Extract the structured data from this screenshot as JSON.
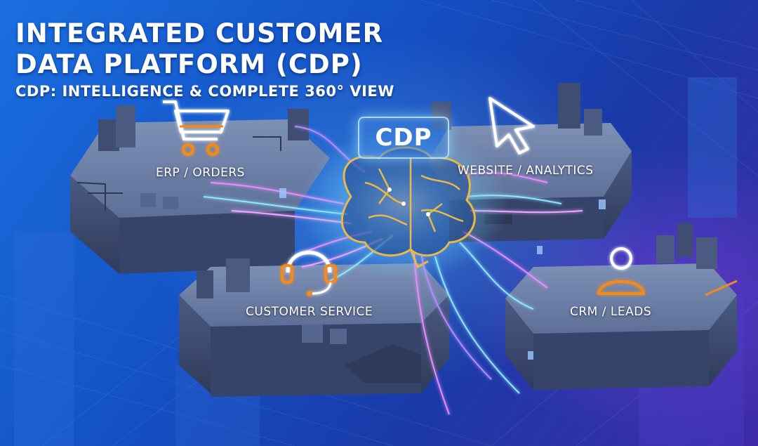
{
  "header": {
    "title_line_1": "INTEGRATED CUSTOMER",
    "title_line_2": "DATA PLATFORM (CDP)",
    "subtitle": "CDP: INTELLIGENCE & COMPLETE 360° VIEW"
  },
  "hub": {
    "label": "CDP",
    "icon": "brain-icon"
  },
  "nodes": [
    {
      "id": "erp",
      "label": "ERP / ORDERS",
      "icon": "shopping-cart-icon"
    },
    {
      "id": "website",
      "label": "WEBSITE / ANALYTICS",
      "icon": "mouse-cursor-icon"
    },
    {
      "id": "service",
      "label": "CUSTOMER SERVICE",
      "icon": "headset-icon"
    },
    {
      "id": "crm",
      "label": "CRM / LEADS",
      "icon": "user-icon"
    }
  ],
  "colors": {
    "background_top": "#1a6fe0",
    "background_bottom": "#3d2aa8",
    "platform_top": "#6b7fa6",
    "platform_side": "#3e4c6e",
    "icon_white": "#ffffff",
    "icon_orange": "#f08a24",
    "brain_gold": "#e8b84a",
    "flow_pink": "#e58cff",
    "flow_cyan": "#8fe6ff"
  }
}
